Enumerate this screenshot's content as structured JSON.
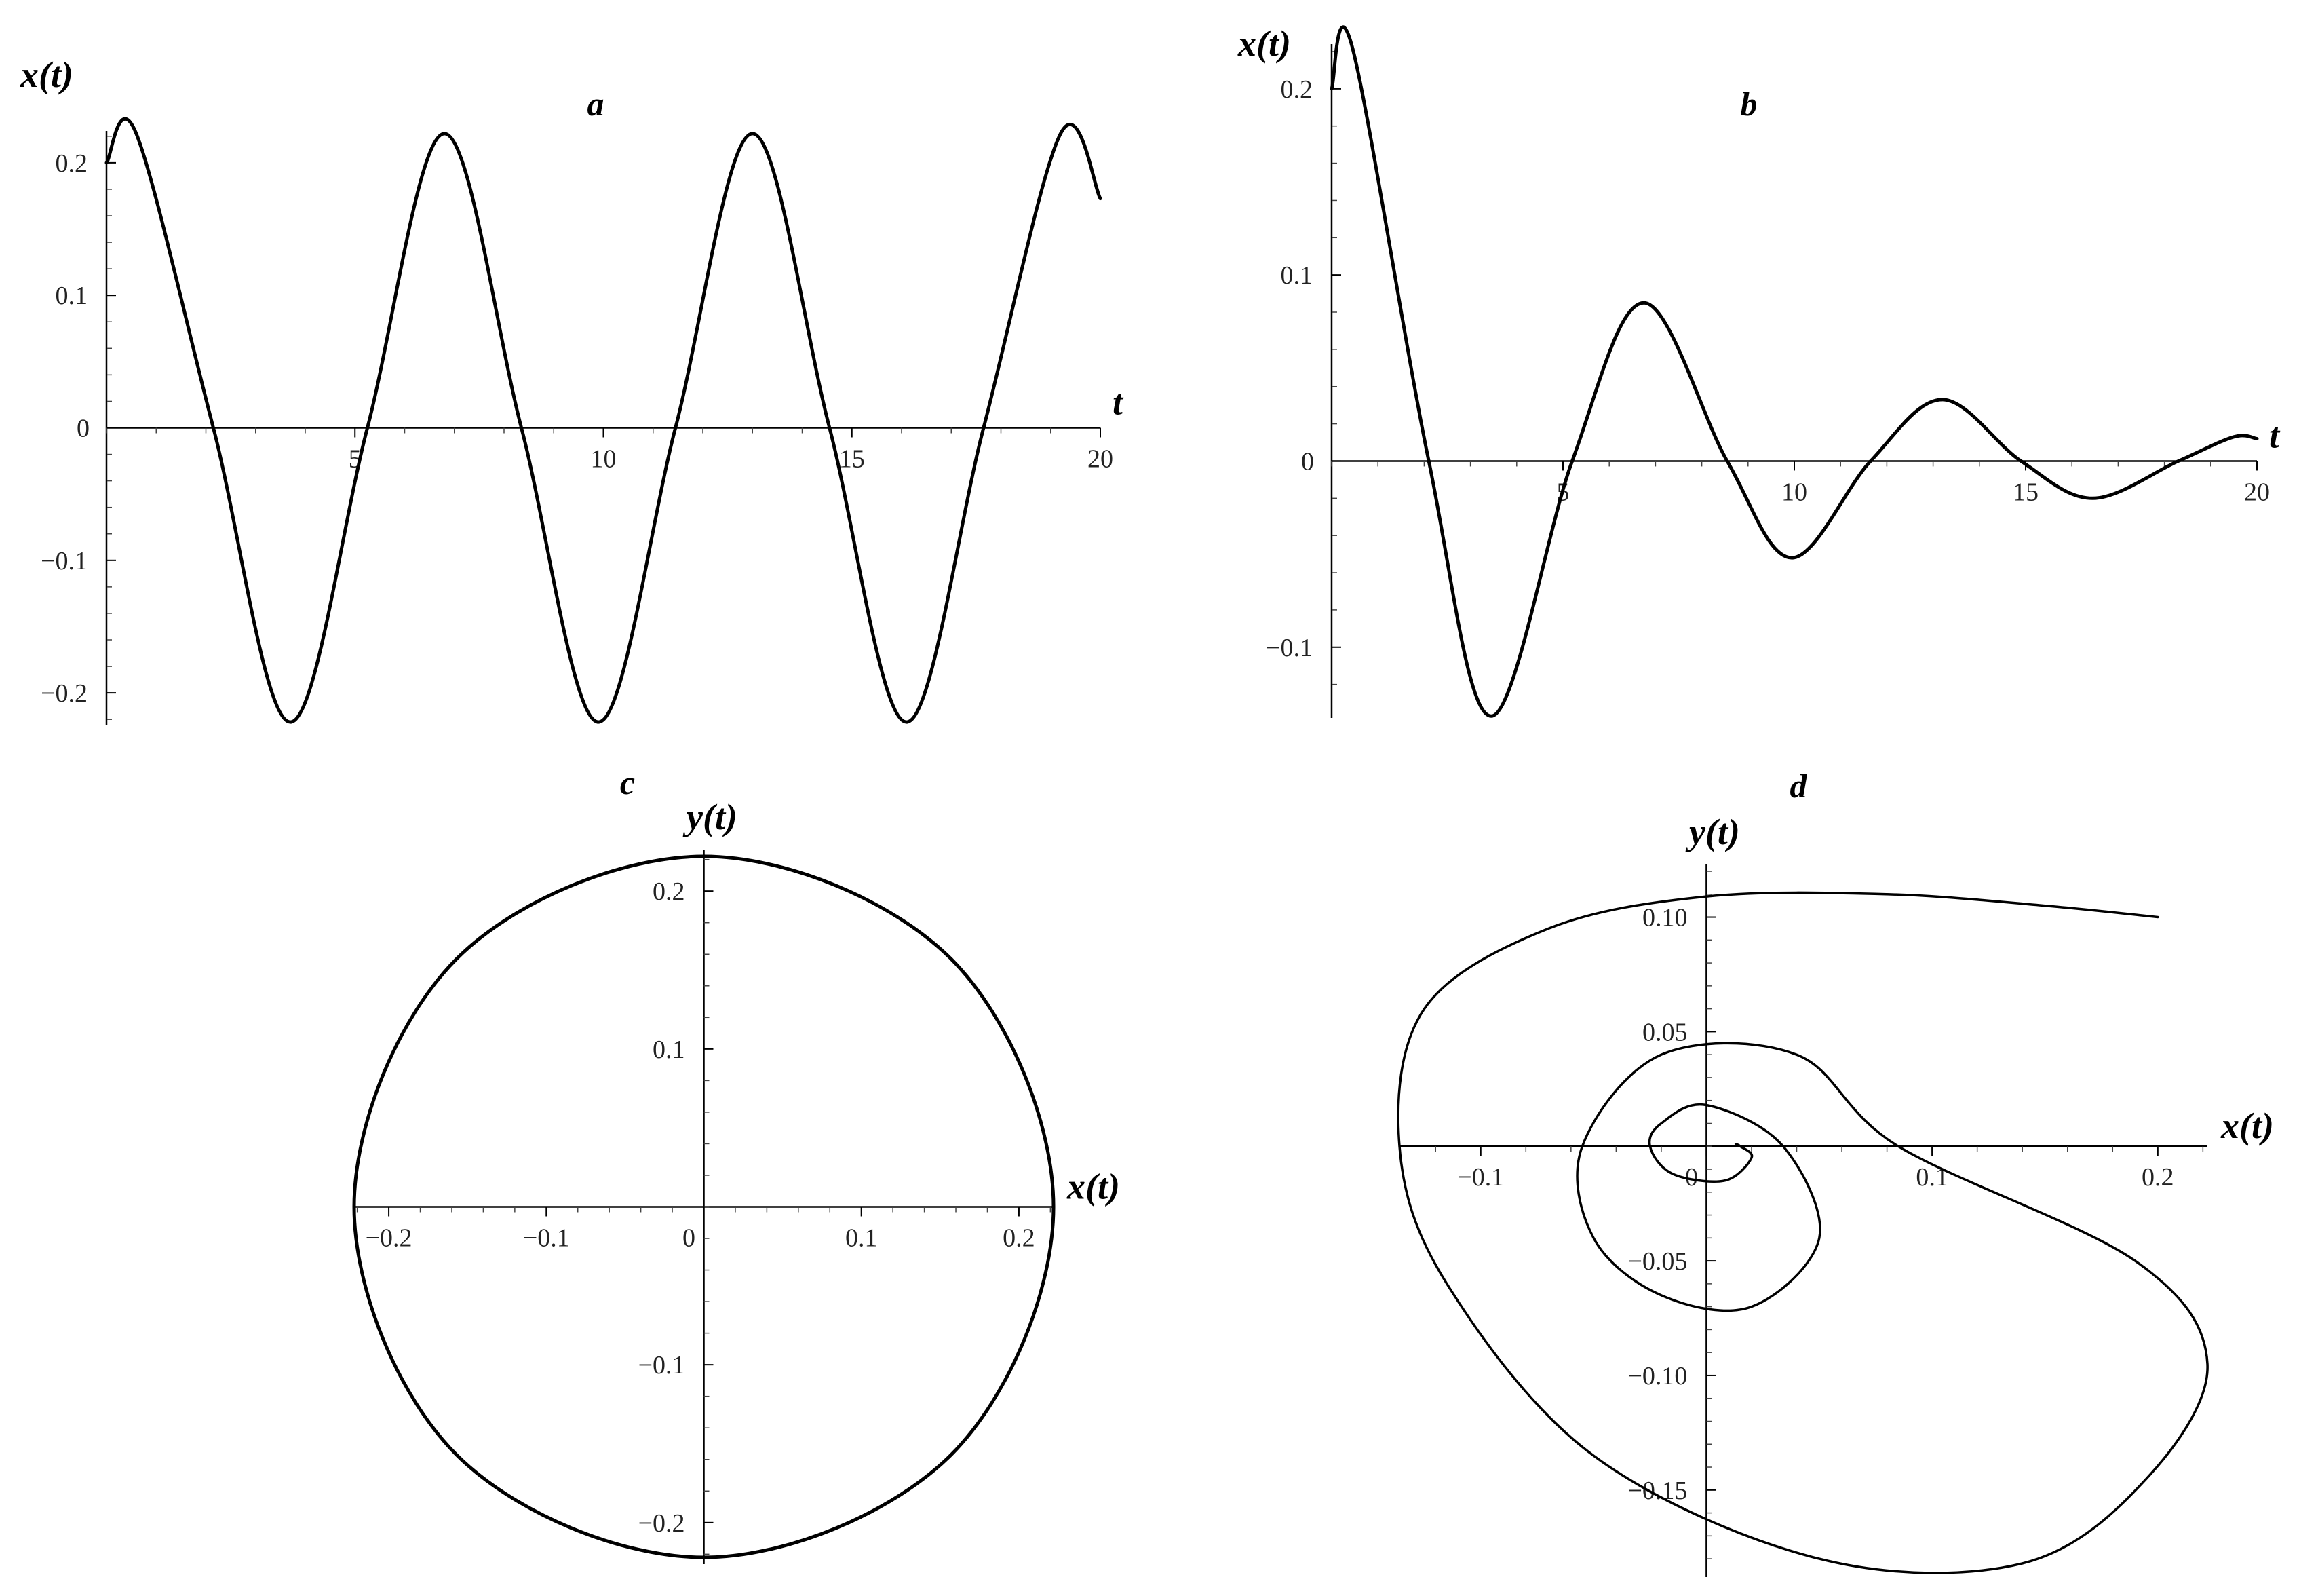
{
  "chart_data": [
    {
      "panel": "a",
      "type": "line",
      "xlabel": "t",
      "ylabel": "x(t)",
      "xlim": [
        0,
        20
      ],
      "ylim": [
        -0.224,
        0.224
      ],
      "xticks": [
        5,
        10,
        15,
        20
      ],
      "xtick_labels": [
        "5",
        "10",
        "15",
        "20"
      ],
      "yticks": [
        0.2,
        0.1,
        0,
        -0.1,
        -0.2
      ],
      "ytick_labels": [
        "0.2",
        "0.1",
        "0",
        "−0.1",
        "−0.2"
      ],
      "series": [
        {
          "x": [
            0,
            0.6,
            2.15,
            3.7,
            5.25,
            6.8,
            8.35,
            9.9,
            11.45,
            13.0,
            14.55,
            16.1,
            17.65,
            19.2,
            20
          ],
          "y": [
            0.2,
            0.222,
            0,
            -0.222,
            0,
            0.222,
            0,
            -0.222,
            0,
            0.222,
            0,
            -0.222,
            0,
            0.222,
            0.173
          ]
        }
      ]
    },
    {
      "panel": "b",
      "type": "line",
      "xlabel": "t",
      "ylabel": "x(t)",
      "xlim": [
        0,
        20
      ],
      "ylim": [
        -0.138,
        0.224
      ],
      "xticks": [
        5,
        10,
        15,
        20
      ],
      "xtick_labels": [
        "5",
        "10",
        "15",
        "20"
      ],
      "yticks": [
        0.2,
        0.1,
        0,
        -0.1
      ],
      "ytick_labels": [
        "0.2",
        "0.1",
        "0",
        "−0.1"
      ],
      "series": [
        {
          "x": [
            0,
            0.45,
            2.1,
            3.45,
            5.2,
            6.75,
            8.55,
            9.95,
            11.65,
            13.2,
            14.9,
            16.45,
            18.3,
            19.5,
            20
          ],
          "y": [
            0.2,
            0.222,
            0,
            -0.137,
            0,
            0.085,
            0,
            -0.052,
            0,
            0.033,
            0,
            -0.02,
            0,
            0.013,
            0.012
          ]
        }
      ]
    },
    {
      "panel": "c",
      "type": "line",
      "xlabel": "x(t)",
      "ylabel": "y(t)",
      "xlim": [
        -0.222,
        0.222
      ],
      "ylim": [
        -0.222,
        0.222
      ],
      "xticks": [
        -0.2,
        -0.1,
        0,
        0.1,
        0.2
      ],
      "xtick_labels": [
        "−0.2",
        "−0.1",
        "0",
        "0.1",
        "0.2"
      ],
      "yticks": [
        0.2,
        0.1,
        -0.1,
        -0.2
      ],
      "ytick_labels": [
        "0.2",
        "0.1",
        "−0.1",
        "−0.2"
      ],
      "series": [
        {
          "x": [
            0.222,
            0.157,
            0,
            -0.157,
            -0.222,
            -0.157,
            0,
            0.157,
            0.222
          ],
          "y": [
            0,
            0.157,
            0.222,
            0.157,
            0,
            -0.157,
            -0.222,
            -0.157,
            0
          ]
        }
      ]
    },
    {
      "panel": "d",
      "type": "line",
      "xlabel": "x(t)",
      "ylabel": "y(t)",
      "xlim": [
        -0.136,
        0.222
      ],
      "ylim": [
        -0.185,
        0.12
      ],
      "xticks": [
        -0.1,
        0,
        0.1,
        0.2
      ],
      "xtick_labels": [
        "−0.1",
        "0",
        "0.1",
        "0.2"
      ],
      "yticks": [
        0.1,
        0.05,
        -0.05,
        -0.1,
        -0.15
      ],
      "ytick_labels": [
        "0.10",
        "0.05",
        "−0.05",
        "−0.10",
        "−0.15"
      ],
      "series": [
        {
          "x": [
            0.2,
            0.15,
            0.08,
            0.0,
            -0.07,
            -0.125,
            -0.136,
            -0.115,
            -0.05,
            0.05,
            0.14,
            0.195,
            0.222,
            0.19,
            0.085,
            0.04,
            -0.02,
            -0.055,
            -0.05,
            -0.02,
            0.02,
            0.05,
            0.034,
            0.0,
            -0.02,
            -0.025,
            -0.015,
            0.008,
            0.02,
            0.015,
            0.013
          ],
          "y": [
            0.1,
            0.105,
            0.11,
            0.109,
            0.095,
            0.06,
            0.0,
            -0.06,
            -0.135,
            -0.18,
            -0.182,
            -0.145,
            -0.095,
            -0.05,
            0.0,
            0.04,
            0.04,
            0.0,
            -0.04,
            -0.065,
            -0.07,
            -0.04,
            0.0,
            0.018,
            0.01,
            0.0,
            -0.012,
            -0.015,
            -0.005,
            0.0,
            0.001
          ]
        }
      ]
    }
  ]
}
